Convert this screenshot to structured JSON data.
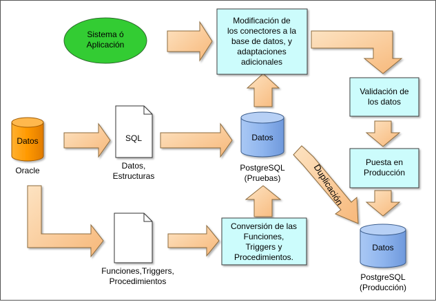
{
  "diagram": {
    "sistema": {
      "lines": [
        "Sistema ó",
        "Aplicación"
      ]
    },
    "modificacion": {
      "lines": [
        "Modificación de",
        "los conectores a la",
        "base de datos, y",
        "adaptaciones",
        "adicionales"
      ]
    },
    "validacion": {
      "lines": [
        "Validación de",
        "los datos"
      ]
    },
    "puesta": {
      "lines": [
        "Puesta en",
        "Producción"
      ]
    },
    "conversion": {
      "lines": [
        "Conversión de las",
        "Funciones,",
        "Triggers y",
        "Procedimientos."
      ]
    },
    "oracle_db": {
      "label": "Datos",
      "caption": [
        "Oracle"
      ]
    },
    "pg_pruebas": {
      "label": "Datos",
      "caption": [
        "PostgreSQL",
        "(Pruebas)"
      ]
    },
    "pg_produccion": {
      "label": "Datos",
      "caption": [
        "PostgreSQL",
        "(Producción)"
      ]
    },
    "sql_doc": {
      "label": "SQL",
      "caption": [
        "Datos,",
        "Estructuras"
      ]
    },
    "func_doc": {
      "caption": [
        "Funciones,Triggers,",
        "Procedimientos"
      ]
    },
    "duplicacion": "Duplicación"
  },
  "colors": {
    "process_fill": "#ccfcfc",
    "process_stroke": "#3b3b3b",
    "ellipse_fill": "#33cc33",
    "oracle_fill": "#ff9900",
    "postgres_fill": "#8fb5ee",
    "arrow_fill": "#fbcf9f",
    "arrow_stroke": "#8c6a3c"
  }
}
